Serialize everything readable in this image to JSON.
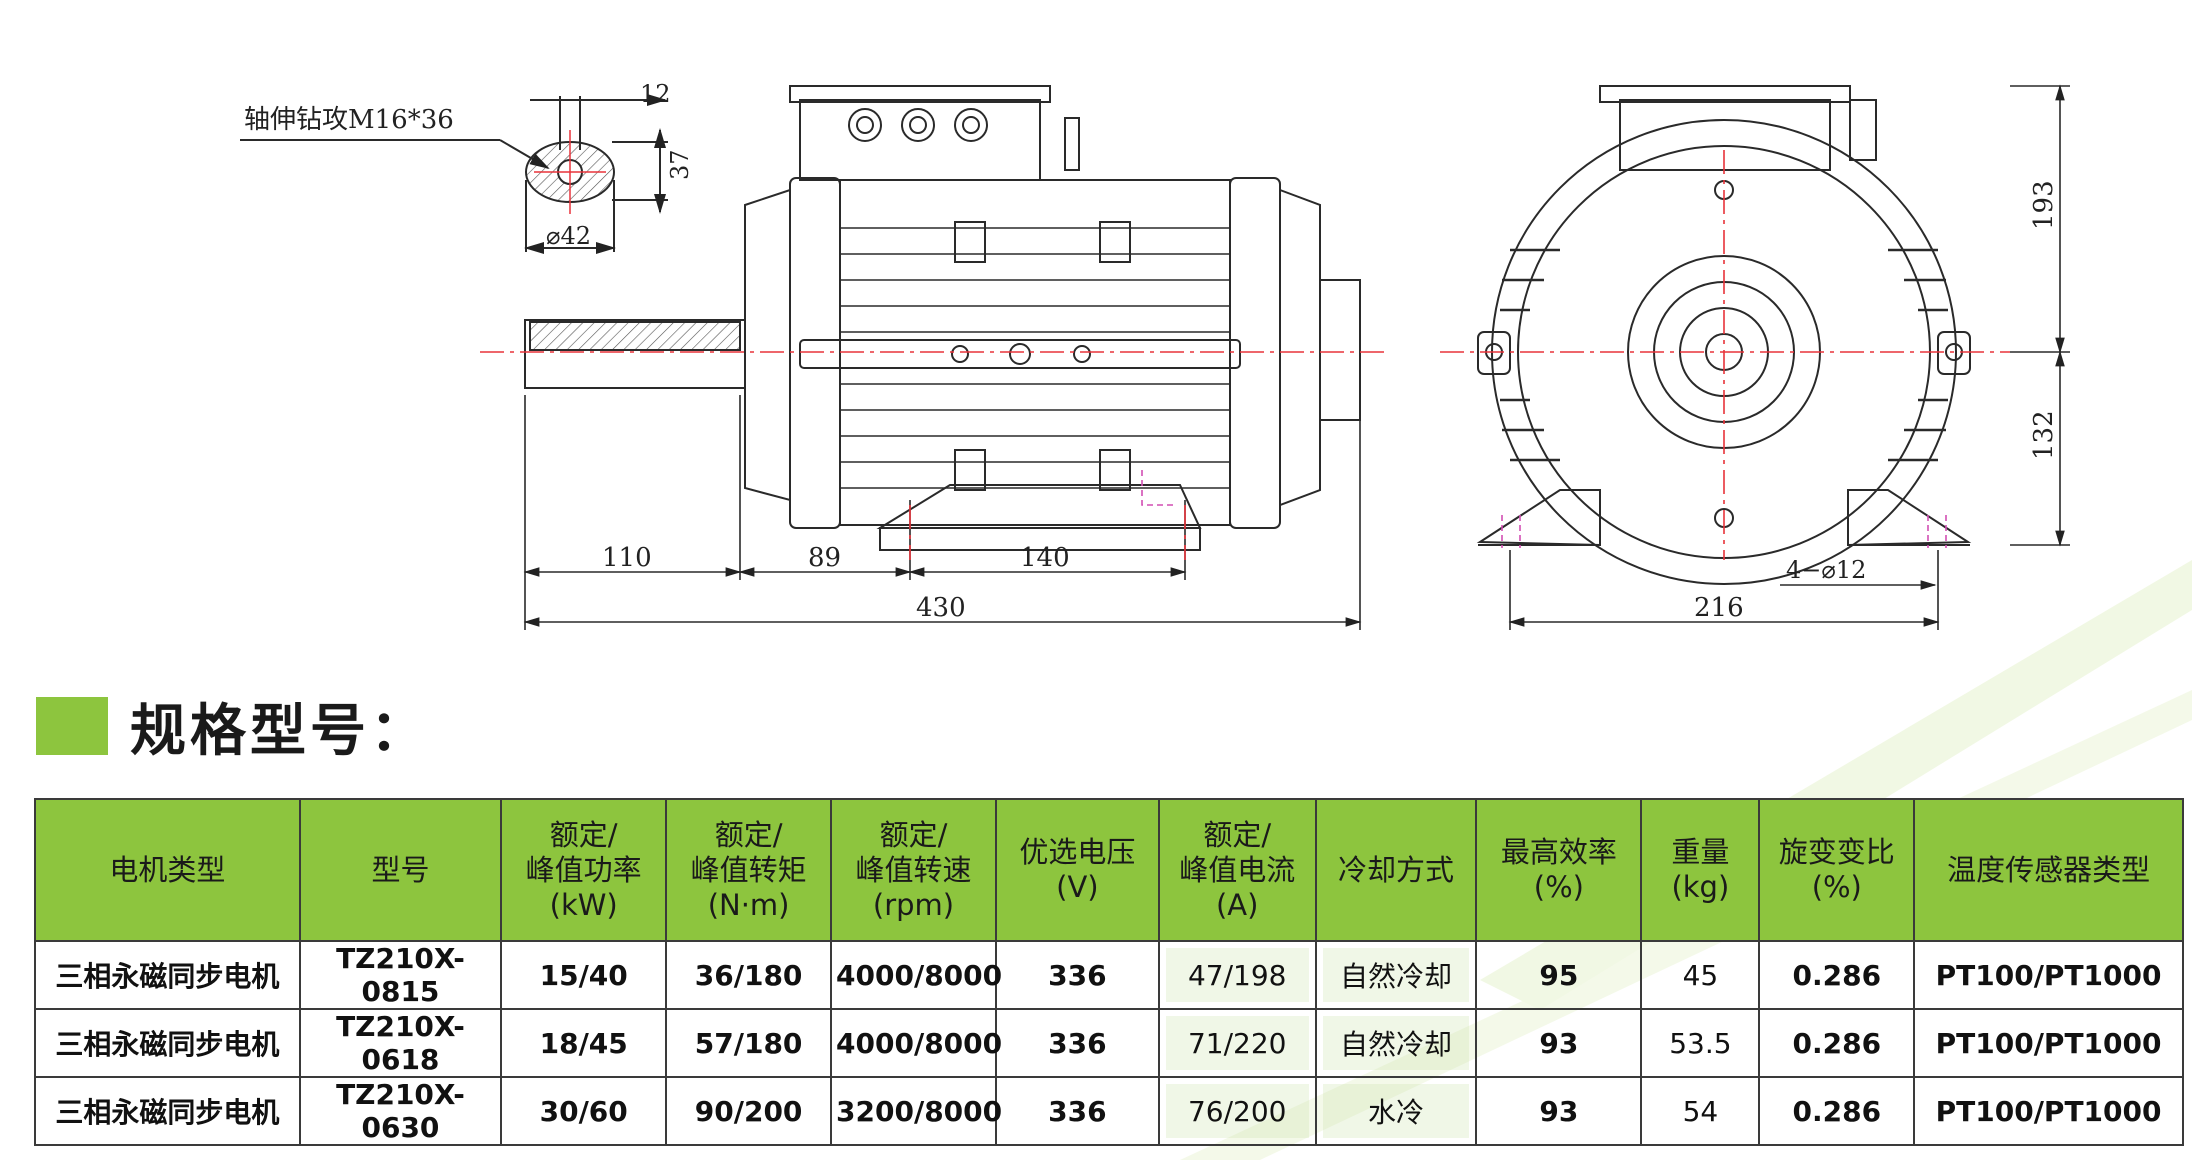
{
  "drawing": {
    "note_label": "轴伸钻攻M16*36",
    "dims": {
      "key_width": "12",
      "key_height": "37",
      "shaft_dia": "⌀42",
      "shaft_len": "110",
      "flange_dist": "89",
      "foot_span": "140",
      "total_len": "430",
      "upper_height": "193",
      "lower_height": "132",
      "holes": "4−⌀12",
      "base_width": "216"
    }
  },
  "section": {
    "title": "规格型号："
  },
  "table": {
    "headers": [
      {
        "lines": [
          "电机类型"
        ]
      },
      {
        "lines": [
          "型号"
        ]
      },
      {
        "lines": [
          "额定/",
          "峰值功率",
          "(kW)"
        ]
      },
      {
        "lines": [
          "额定/",
          "峰值转矩",
          "(N·m)"
        ]
      },
      {
        "lines": [
          "额定/",
          "峰值转速",
          "(rpm)"
        ]
      },
      {
        "lines": [
          "优选电压",
          "(V)"
        ]
      },
      {
        "lines": [
          "额定/",
          "峰值电流",
          "(A)"
        ]
      },
      {
        "lines": [
          "冷却方式"
        ]
      },
      {
        "lines": [
          "最高效率",
          "(%)"
        ]
      },
      {
        "lines": [
          "重量",
          "(kg)"
        ]
      },
      {
        "lines": [
          "旋变变比",
          "(%)"
        ]
      },
      {
        "lines": [
          "温度传感器类型"
        ]
      }
    ],
    "rows": [
      [
        "三相永磁同步电机",
        "TZ210X-0815",
        "15/40",
        "36/180",
        "4000/8000",
        "336",
        "47/198",
        "自然冷却",
        "95",
        "45",
        "0.286",
        "PT100/PT1000"
      ],
      [
        "三相永磁同步电机",
        "TZ210X-0618",
        "18/45",
        "57/180",
        "4000/8000",
        "336",
        "71/220",
        "自然冷却",
        "93",
        "53.5",
        "0.286",
        "PT100/PT1000"
      ],
      [
        "三相永磁同步电机",
        "TZ210X-0630",
        "30/60",
        "90/200",
        "3200/8000",
        "336",
        "76/200",
        "水冷",
        "93",
        "54",
        "0.286",
        "PT100/PT1000"
      ]
    ]
  },
  "colors": {
    "accent_green": "#8dc53e",
    "centerline_red": "#e8333a",
    "line_dark": "#2a2a2a"
  }
}
